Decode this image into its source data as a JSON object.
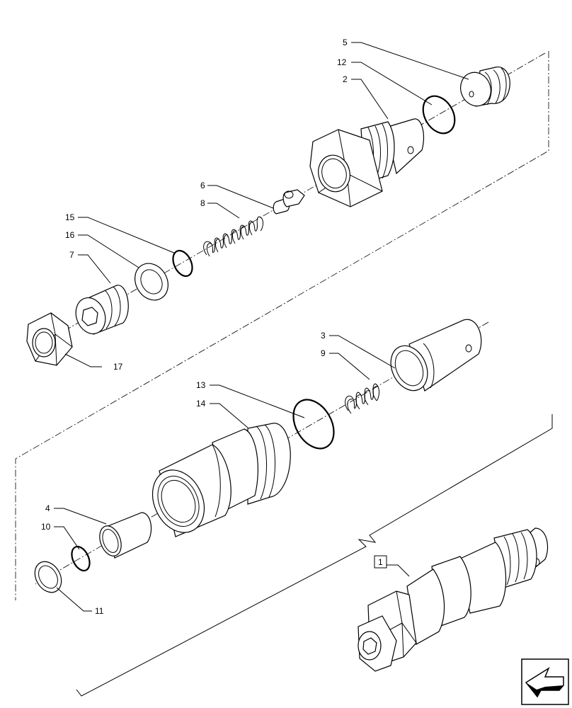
{
  "labels": {
    "l1": "1",
    "l2": "2",
    "l3": "3",
    "l4": "4",
    "l5": "5",
    "l6": "6",
    "l7": "7",
    "l8": "8",
    "l9": "9",
    "l10": "10",
    "l11": "11",
    "l12": "12",
    "l13": "13",
    "l14": "14",
    "l15": "15",
    "l16": "16",
    "l17": "17"
  },
  "icons": {
    "nav": "arrow-nav-icon"
  }
}
